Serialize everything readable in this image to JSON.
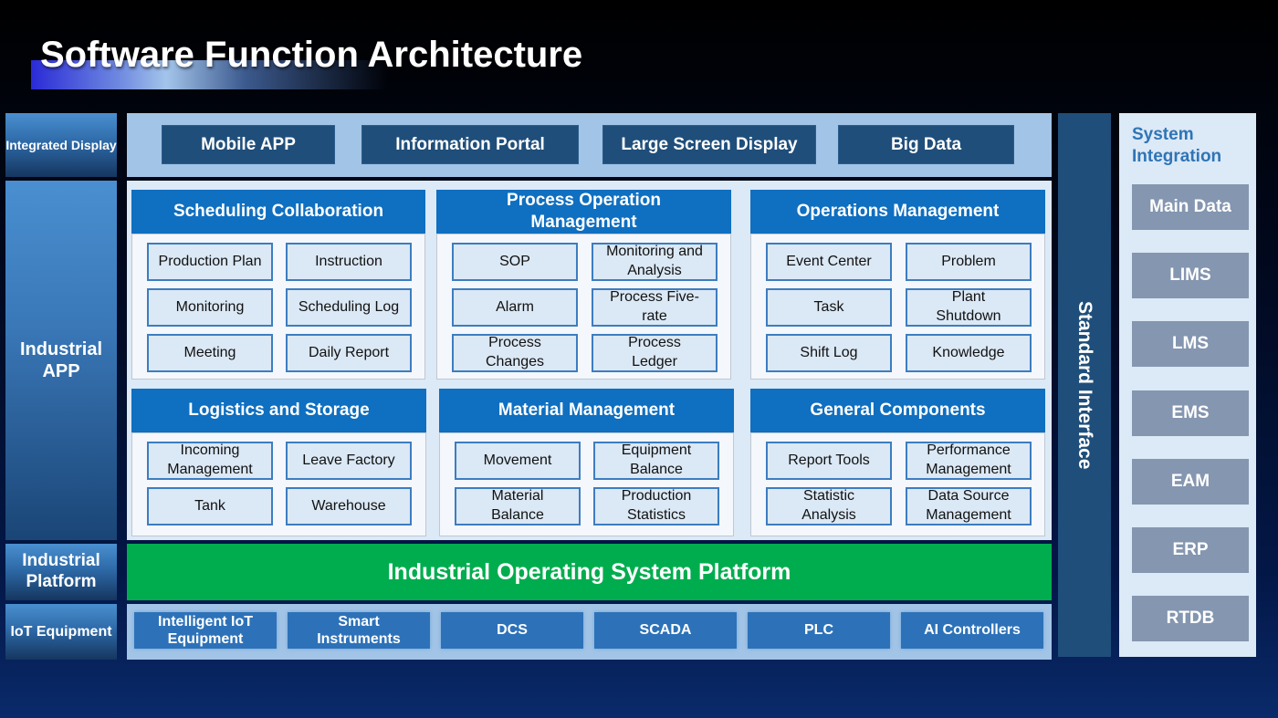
{
  "title": "Software Function Architecture",
  "layers": {
    "integrated_display": "Integrated Display",
    "industrial_app": "Industrial APP",
    "industrial_platform": "Industrial Platform",
    "iot_equipment": "IoT Equipment"
  },
  "display_items": [
    "Mobile APP",
    "Information Portal",
    "Large Screen Display",
    "Big Data"
  ],
  "groups": [
    {
      "title": "Scheduling Collaboration",
      "items": [
        "Production Plan",
        "Instruction",
        "Monitoring",
        "Scheduling Log",
        "Meeting",
        "Daily Report"
      ]
    },
    {
      "title": "Process Operation Management",
      "items": [
        "SOP",
        "Monitoring and Analysis",
        "Alarm",
        "Process Five-rate",
        "Process Changes",
        "Process Ledger"
      ]
    },
    {
      "title": "Operations Management",
      "items": [
        "Event Center",
        "Problem",
        "Task",
        "Plant Shutdown",
        "Shift Log",
        "Knowledge"
      ]
    },
    {
      "title": "Logistics and Storage",
      "items": [
        "Incoming Management",
        "Leave Factory",
        "Tank",
        "Warehouse"
      ]
    },
    {
      "title": "Material Management",
      "items": [
        "Movement",
        "Equipment Balance",
        "Material Balance",
        "Production Statistics"
      ]
    },
    {
      "title": "General Components",
      "items": [
        "Report Tools",
        "Performance Management",
        "Statistic Analysis",
        "Data Source Management"
      ]
    }
  ],
  "platform": "Industrial Operating System Platform",
  "iot_items": [
    "Intelligent IoT Equipment",
    "Smart Instruments",
    "DCS",
    "SCADA",
    "PLC",
    "AI Controllers"
  ],
  "standard_interface": "Standard Interface",
  "system_integration": {
    "title": "System Integration",
    "items": [
      "Main Data",
      "LIMS",
      "LMS",
      "EMS",
      "EAM",
      "ERP",
      "RTDB"
    ]
  },
  "colors": {
    "group_header": "#0f6fc0",
    "platform_green": "#00ad4e",
    "dark_tile": "#1f4e7a",
    "system_tile": "#8496b0",
    "system_title": "#2e75b6"
  }
}
